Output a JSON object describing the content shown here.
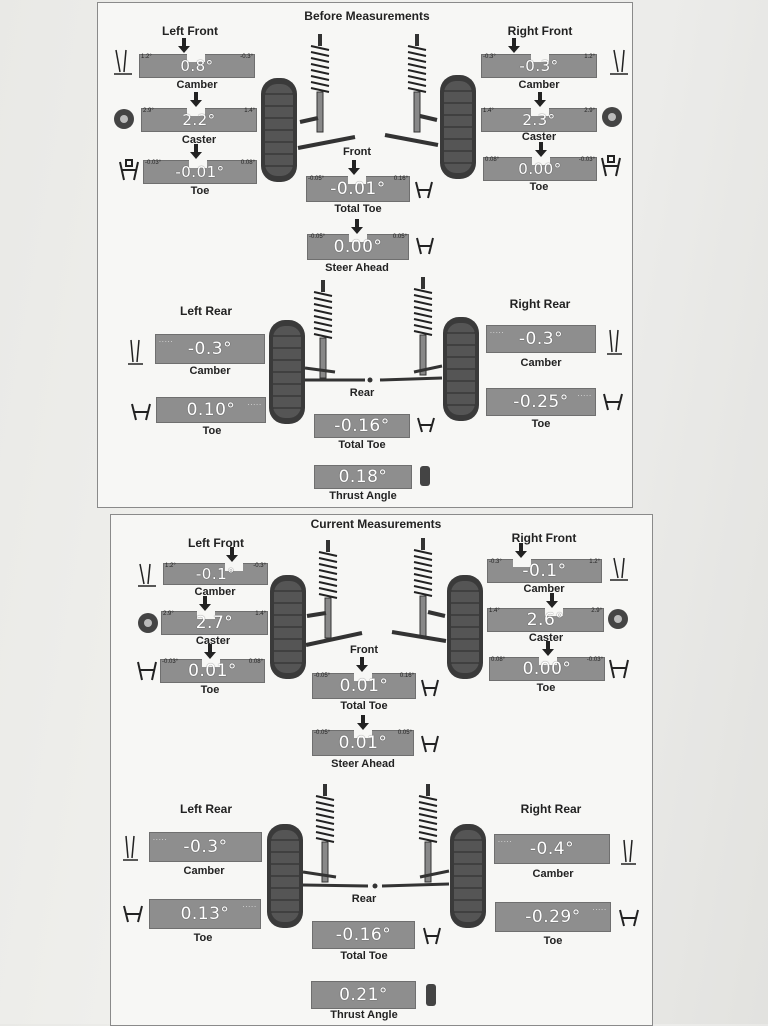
{
  "before": {
    "title": "Before Measurements",
    "left_front": {
      "header": "Left Front",
      "camber": {
        "label": "Camber",
        "value": "0.8°",
        "min": "1.2°",
        "max": "-0.3°"
      },
      "caster": {
        "label": "Caster",
        "value": "2.2°",
        "min": "2.9°",
        "max": "1.4°"
      },
      "toe": {
        "label": "Toe",
        "value": "-0.01°",
        "min": "-0.03°",
        "max": "0.08°"
      }
    },
    "right_front": {
      "header": "Right Front",
      "camber": {
        "label": "Camber",
        "value": "-0.3°",
        "min": "-0.3°",
        "max": "1.2°"
      },
      "caster": {
        "label": "Caster",
        "value": "2.3°",
        "min": "1.4°",
        "max": "2.9°"
      },
      "toe": {
        "label": "Toe",
        "value": "0.00°",
        "min": "0.08°",
        "max": "-0.03°"
      }
    },
    "front_label": "Front",
    "total_toe_front": {
      "label": "Total Toe",
      "value": "-0.01°",
      "min": "-0.05°",
      "max": "0.16°"
    },
    "steer_ahead": {
      "label": "Steer Ahead",
      "value": "0.00°",
      "min": "-0.05°",
      "max": "0.05°"
    },
    "left_rear": {
      "header": "Left Rear",
      "camber": {
        "label": "Camber",
        "value": "-0.3°"
      },
      "toe": {
        "label": "Toe",
        "value": "0.10°"
      }
    },
    "right_rear": {
      "header": "Right Rear",
      "camber": {
        "label": "Camber",
        "value": "-0.3°"
      },
      "toe": {
        "label": "Toe",
        "value": "-0.25°"
      }
    },
    "rear_label": "Rear",
    "total_toe_rear": {
      "label": "Total Toe",
      "value": "-0.16°"
    },
    "thrust_angle": {
      "label": "Thrust Angle",
      "value": "0.18°"
    }
  },
  "current": {
    "title": "Current Measurements",
    "left_front": {
      "header": "Left Front",
      "camber": {
        "label": "Camber",
        "value": "-0.1°",
        "min": "1.2°",
        "max": "-0.3°"
      },
      "caster": {
        "label": "Caster",
        "value": "2.7°",
        "min": "2.9°",
        "max": "1.4°"
      },
      "toe": {
        "label": "Toe",
        "value": "0.01°",
        "min": "-0.03°",
        "max": "0.08°"
      }
    },
    "right_front": {
      "header": "Right Front",
      "camber": {
        "label": "Camber",
        "value": "-0.1°",
        "min": "-0.3°",
        "max": "1.2°"
      },
      "caster": {
        "label": "Caster",
        "value": "2.6°",
        "min": "1.4°",
        "max": "2.9°"
      },
      "toe": {
        "label": "Toe",
        "value": "0.00°",
        "min": "0.08°",
        "max": "-0.03°"
      }
    },
    "front_label": "Front",
    "total_toe_front": {
      "label": "Total Toe",
      "value": "0.01°",
      "min": "-0.05°",
      "max": "0.16°"
    },
    "steer_ahead": {
      "label": "Steer Ahead",
      "value": "0.01°",
      "min": "-0.05°",
      "max": "0.05°"
    },
    "left_rear": {
      "header": "Left Rear",
      "camber": {
        "label": "Camber",
        "value": "-0.3°"
      },
      "toe": {
        "label": "Toe",
        "value": "0.13°"
      }
    },
    "right_rear": {
      "header": "Right Rear",
      "camber": {
        "label": "Camber",
        "value": "-0.4°"
      },
      "toe": {
        "label": "Toe",
        "value": "-0.29°"
      }
    },
    "rear_label": "Rear",
    "total_toe_rear": {
      "label": "Total Toe",
      "value": "-0.16°"
    },
    "thrust_angle": {
      "label": "Thrust Angle",
      "value": "0.21°"
    }
  }
}
